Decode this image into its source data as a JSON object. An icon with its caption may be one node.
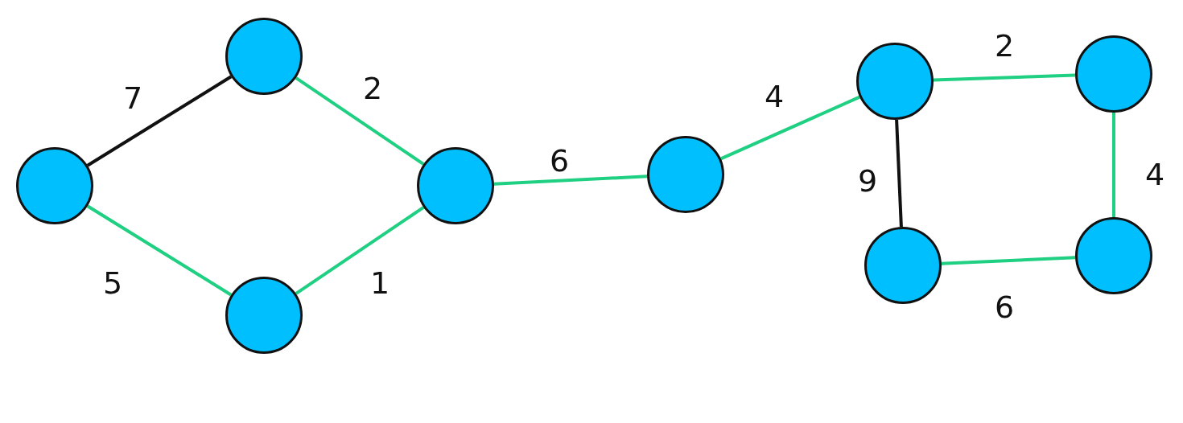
{
  "diagram": {
    "nodes": [
      {
        "text": [],
        "shape": "circle"
      },
      {
        "text": [],
        "shape": "circle"
      },
      {
        "text": [],
        "shape": "circle"
      },
      {
        "text": [],
        "shape": "circle"
      },
      {
        "text": [],
        "shape": "circle"
      },
      {
        "text": [],
        "shape": "circle"
      },
      {
        "text": [],
        "shape": "circle"
      },
      {
        "text": [],
        "shape": "circle"
      },
      {
        "text": [],
        "shape": "circle"
      }
    ],
    "edges": [
      {
        "from": 0,
        "to": 1,
        "arrow": "none",
        "label": "7",
        "color": "#111111"
      },
      {
        "from": 1,
        "to": 3,
        "arrow": "none",
        "label": "2"
      },
      {
        "from": 0,
        "to": 2,
        "arrow": "none",
        "label": "5"
      },
      {
        "from": 2,
        "to": 3,
        "arrow": "none",
        "label": "1"
      },
      {
        "from": 3,
        "to": 4,
        "arrow": "none",
        "label": "6"
      },
      {
        "from": 4,
        "to": 5,
        "arrow": "none",
        "label": "4"
      },
      {
        "from": 5,
        "to": 6,
        "arrow": "none",
        "label": "2"
      },
      {
        "from": 5,
        "to": 7,
        "arrow": "none",
        "label": "9",
        "color": "#111111"
      },
      {
        "from": 6,
        "to": 8,
        "arrow": "none",
        "label": "4"
      },
      {
        "from": 7,
        "to": 8,
        "arrow": "none",
        "label": "6"
      }
    ]
  }
}
